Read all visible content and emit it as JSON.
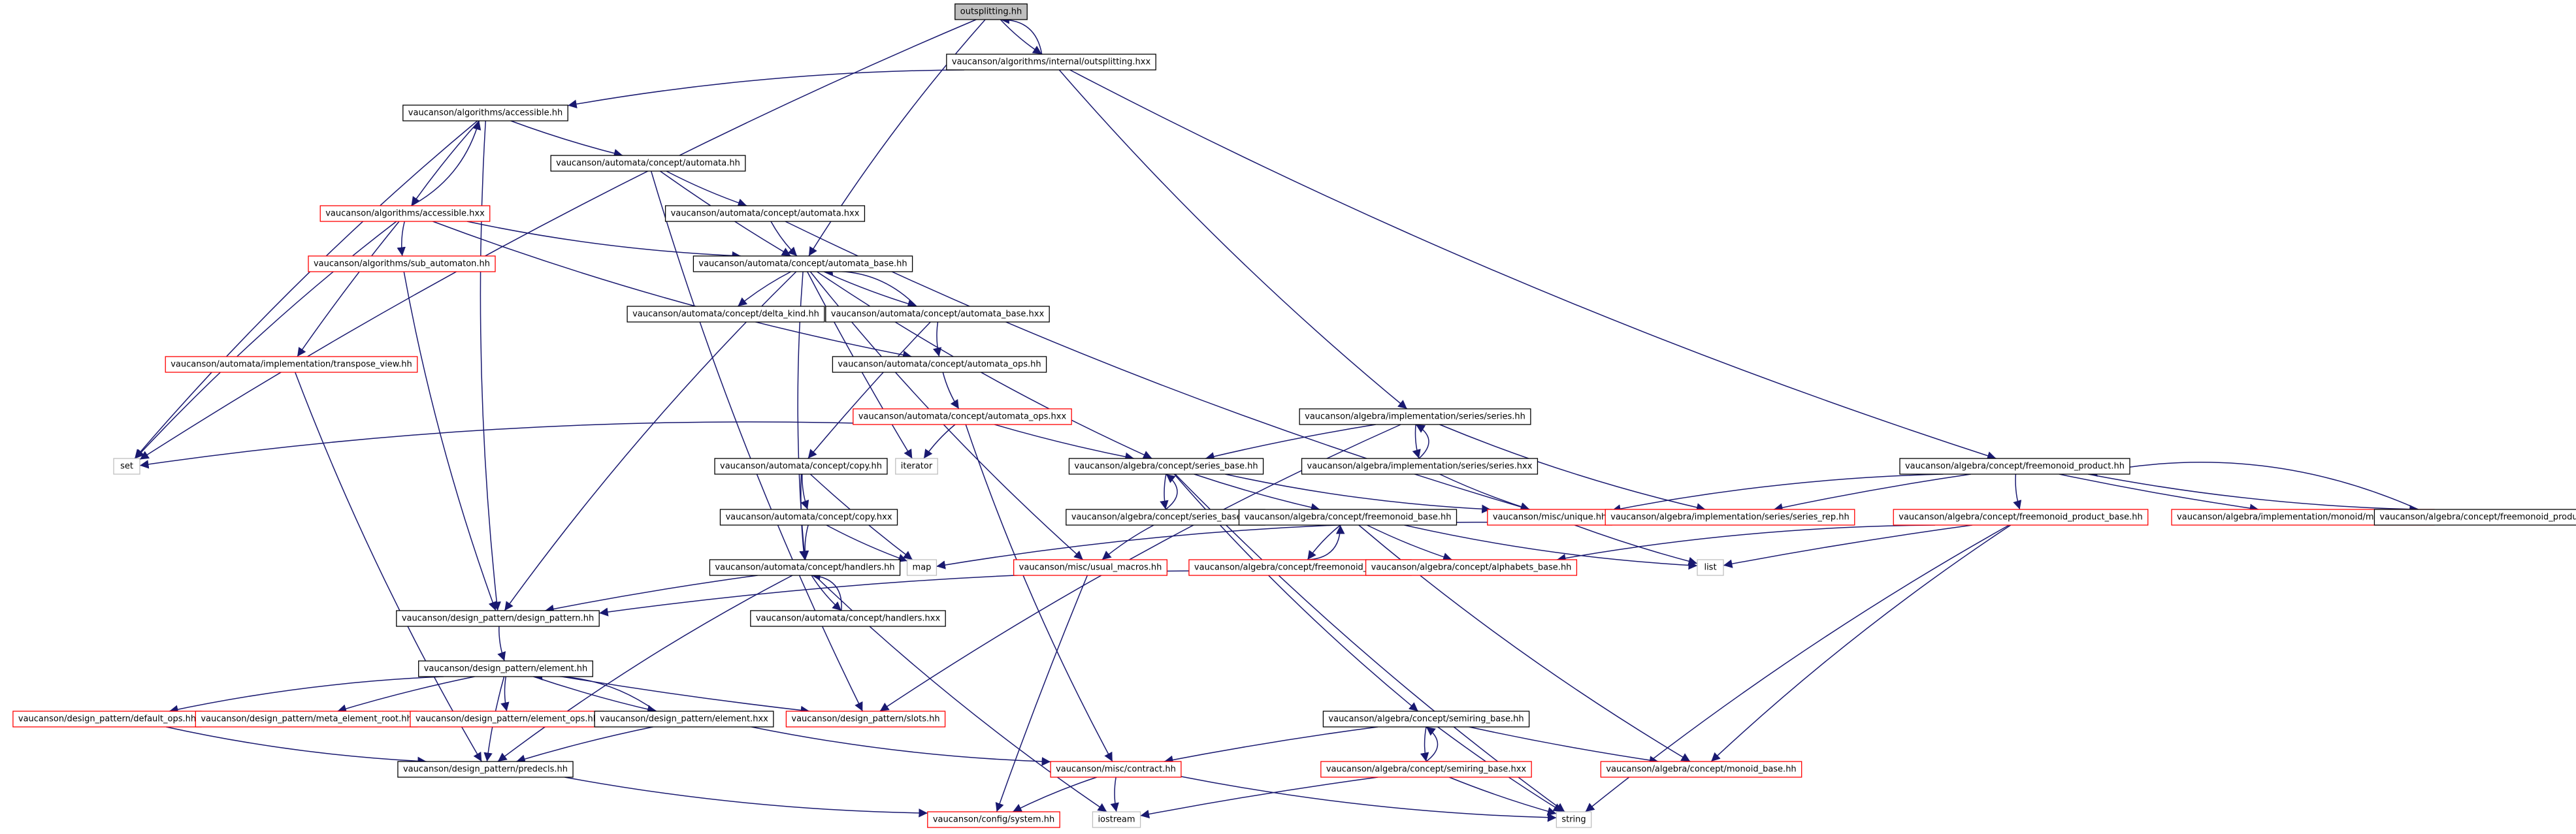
{
  "colors": {
    "edge": "#191970",
    "root_fill": "#bfbfbf",
    "box_fill": "#ffffff",
    "documented_border": "#000000",
    "undocumented_border": "#ff0000",
    "external_border": "#bfbfbf"
  },
  "nodes": [
    {
      "id": "n_outsplitting_hh",
      "label": "outsplitting.hh",
      "kind": "root"
    },
    {
      "id": "n_outsplitting_hxx",
      "label": "vaucanson/algorithms/internal/outsplitting.hxx",
      "kind": "doc"
    },
    {
      "id": "n_accessible_hh",
      "label": "vaucanson/algorithms/accessible.hh",
      "kind": "doc"
    },
    {
      "id": "n_automata_hh",
      "label": "vaucanson/automata/concept/automata.hh",
      "kind": "doc"
    },
    {
      "id": "n_accessible_hxx",
      "label": "vaucanson/algorithms/accessible.hxx",
      "kind": "red"
    },
    {
      "id": "n_automata_hxx",
      "label": "vaucanson/automata/concept/automata.hxx",
      "kind": "doc"
    },
    {
      "id": "n_sub_automaton",
      "label": "vaucanson/algorithms/sub_automaton.hh",
      "kind": "red"
    },
    {
      "id": "n_automata_base_hh",
      "label": "vaucanson/automata/concept/automata_base.hh",
      "kind": "doc"
    },
    {
      "id": "n_delta_kind",
      "label": "vaucanson/automata/concept/delta_kind.hh",
      "kind": "doc"
    },
    {
      "id": "n_automata_base_hxx",
      "label": "vaucanson/automata/concept/automata_base.hxx",
      "kind": "doc"
    },
    {
      "id": "n_transpose_view",
      "label": "vaucanson/automata/implementation/transpose_view.hh",
      "kind": "red"
    },
    {
      "id": "n_automata_ops_hh",
      "label": "vaucanson/automata/concept/automata_ops.hh",
      "kind": "doc"
    },
    {
      "id": "n_automata_ops_hxx",
      "label": "vaucanson/automata/concept/automata_ops.hxx",
      "kind": "red"
    },
    {
      "id": "n_set",
      "label": "set",
      "kind": "ext"
    },
    {
      "id": "n_iterator",
      "label": "iterator",
      "kind": "ext"
    },
    {
      "id": "n_copy_hh",
      "label": "vaucanson/automata/concept/copy.hh",
      "kind": "doc"
    },
    {
      "id": "n_copy_hxx",
      "label": "vaucanson/automata/concept/copy.hxx",
      "kind": "doc"
    },
    {
      "id": "n_handlers_hh",
      "label": "vaucanson/automata/concept/handlers.hh",
      "kind": "doc"
    },
    {
      "id": "n_handlers_hxx",
      "label": "vaucanson/automata/concept/handlers.hxx",
      "kind": "doc"
    },
    {
      "id": "n_map",
      "label": "map",
      "kind": "ext"
    },
    {
      "id": "n_series_hh",
      "label": "vaucanson/algebra/implementation/series/series.hh",
      "kind": "doc"
    },
    {
      "id": "n_series_hxx",
      "label": "vaucanson/algebra/implementation/series/series.hxx",
      "kind": "doc"
    },
    {
      "id": "n_series_base_hh",
      "label": "vaucanson/algebra/concept/series_base.hh",
      "kind": "doc"
    },
    {
      "id": "n_series_base_hxx",
      "label": "vaucanson/algebra/concept/series_base.hxx",
      "kind": "doc"
    },
    {
      "id": "n_usual_macros",
      "label": "vaucanson/misc/usual_macros.hh",
      "kind": "red"
    },
    {
      "id": "n_freemonoid_base_hh",
      "label": "vaucanson/algebra/concept/freemonoid_base.hh",
      "kind": "doc"
    },
    {
      "id": "n_freemonoid_base_hxx",
      "label": "vaucanson/algebra/concept/freemonoid_base.hxx",
      "kind": "red"
    },
    {
      "id": "n_unique",
      "label": "vaucanson/misc/unique.hh",
      "kind": "red"
    },
    {
      "id": "n_series_rep",
      "label": "vaucanson/algebra/implementation/series/series_rep.hh",
      "kind": "red"
    },
    {
      "id": "n_alphabets_base",
      "label": "vaucanson/algebra/concept/alphabets_base.hh",
      "kind": "red"
    },
    {
      "id": "n_fm_product_hh",
      "label": "vaucanson/algebra/concept/freemonoid_product.hh",
      "kind": "doc"
    },
    {
      "id": "n_fm_product_base",
      "label": "vaucanson/algebra/concept/freemonoid_product_base.hh",
      "kind": "red"
    },
    {
      "id": "n_monoid_rep",
      "label": "vaucanson/algebra/implementation/monoid/monoid_rep.hh",
      "kind": "red"
    },
    {
      "id": "n_fm_product_hxx",
      "label": "vaucanson/algebra/concept/freemonoid_product.hxx",
      "kind": "doc"
    },
    {
      "id": "n_list",
      "label": "list",
      "kind": "ext"
    },
    {
      "id": "n_design_pattern",
      "label": "vaucanson/design_pattern/design_pattern.hh",
      "kind": "doc"
    },
    {
      "id": "n_element_hh",
      "label": "vaucanson/design_pattern/element.hh",
      "kind": "doc"
    },
    {
      "id": "n_default_ops",
      "label": "vaucanson/design_pattern/default_ops.hh",
      "kind": "red"
    },
    {
      "id": "n_meta_element",
      "label": "vaucanson/design_pattern/meta_element_root.hh",
      "kind": "red"
    },
    {
      "id": "n_element_ops",
      "label": "vaucanson/design_pattern/element_ops.hh",
      "kind": "red"
    },
    {
      "id": "n_element_hxx",
      "label": "vaucanson/design_pattern/element.hxx",
      "kind": "doc"
    },
    {
      "id": "n_slots",
      "label": "vaucanson/design_pattern/slots.hh",
      "kind": "red"
    },
    {
      "id": "n_predecls",
      "label": "vaucanson/design_pattern/predecls.hh",
      "kind": "doc"
    },
    {
      "id": "n_semiring_base_hh",
      "label": "vaucanson/algebra/concept/semiring_base.hh",
      "kind": "doc"
    },
    {
      "id": "n_semiring_base_hxx",
      "label": "vaucanson/algebra/concept/semiring_base.hxx",
      "kind": "red"
    },
    {
      "id": "n_contract",
      "label": "vaucanson/misc/contract.hh",
      "kind": "red"
    },
    {
      "id": "n_monoid_base",
      "label": "vaucanson/algebra/concept/monoid_base.hh",
      "kind": "red"
    },
    {
      "id": "n_system",
      "label": "vaucanson/config/system.hh",
      "kind": "red"
    },
    {
      "id": "n_iostream",
      "label": "iostream",
      "kind": "ext"
    },
    {
      "id": "n_string",
      "label": "string",
      "kind": "ext"
    }
  ],
  "edges": [
    [
      "n_outsplitting_hh",
      "n_outsplitting_hxx"
    ],
    [
      "n_outsplitting_hxx",
      "n_outsplitting_hh"
    ],
    [
      "n_outsplitting_hh",
      "n_set"
    ],
    [
      "n_outsplitting_hh",
      "n_automata_base_hh"
    ],
    [
      "n_outsplitting_hxx",
      "n_accessible_hh"
    ],
    [
      "n_outsplitting_hxx",
      "n_series_hh"
    ],
    [
      "n_outsplitting_hxx",
      "n_fm_product_hh"
    ],
    [
      "n_accessible_hh",
      "n_automata_hh"
    ],
    [
      "n_accessible_hh",
      "n_set"
    ],
    [
      "n_accessible_hh",
      "n_design_pattern"
    ],
    [
      "n_accessible_hh",
      "n_accessible_hxx"
    ],
    [
      "n_accessible_hxx",
      "n_accessible_hh"
    ],
    [
      "n_automata_hh",
      "n_automata_base_hh"
    ],
    [
      "n_automata_hh",
      "n_automata_hxx"
    ],
    [
      "n_automata_hh",
      "n_slots"
    ],
    [
      "n_automata_hxx",
      "n_automata_base_hh"
    ],
    [
      "n_automata_hxx",
      "n_unique"
    ],
    [
      "n_accessible_hxx",
      "n_sub_automaton"
    ],
    [
      "n_accessible_hxx",
      "n_transpose_view"
    ],
    [
      "n_accessible_hxx",
      "n_set"
    ],
    [
      "n_accessible_hxx",
      "n_automata_base_hh"
    ],
    [
      "n_accessible_hxx",
      "n_automata_ops_hh"
    ],
    [
      "n_sub_automaton",
      "n_design_pattern"
    ],
    [
      "n_transpose_view",
      "n_predecls"
    ],
    [
      "n_automata_base_hh",
      "n_delta_kind"
    ],
    [
      "n_automata_base_hh",
      "n_automata_base_hxx"
    ],
    [
      "n_automata_base_hxx",
      "n_automata_base_hh"
    ],
    [
      "n_automata_base_hh",
      "n_design_pattern"
    ],
    [
      "n_automata_base_hh",
      "n_handlers_hh"
    ],
    [
      "n_automata_base_hh",
      "n_series_base_hh"
    ],
    [
      "n_automata_base_hh",
      "n_iterator"
    ],
    [
      "n_automata_base_hh",
      "n_usual_macros"
    ],
    [
      "n_automata_base_hxx",
      "n_automata_ops_hh"
    ],
    [
      "n_automata_base_hxx",
      "n_copy_hh"
    ],
    [
      "n_automata_ops_hh",
      "n_automata_ops_hxx"
    ],
    [
      "n_automata_ops_hxx",
      "n_set"
    ],
    [
      "n_automata_ops_hxx",
      "n_iterator"
    ],
    [
      "n_automata_ops_hxx",
      "n_series_base_hh"
    ],
    [
      "n_automata_ops_hxx",
      "n_contract"
    ],
    [
      "n_copy_hh",
      "n_copy_hxx"
    ],
    [
      "n_copy_hh",
      "n_handlers_hh"
    ],
    [
      "n_copy_hh",
      "n_map"
    ],
    [
      "n_copy_hxx",
      "n_handlers_hh"
    ],
    [
      "n_copy_hxx",
      "n_map"
    ],
    [
      "n_handlers_hh",
      "n_handlers_hxx"
    ],
    [
      "n_handlers_hxx",
      "n_handlers_hh"
    ],
    [
      "n_handlers_hh",
      "n_design_pattern"
    ],
    [
      "n_handlers_hh",
      "n_predecls"
    ],
    [
      "n_handlers_hh",
      "n_iostream"
    ],
    [
      "n_series_hh",
      "n_series_hxx"
    ],
    [
      "n_series_hxx",
      "n_series_hh"
    ],
    [
      "n_series_hh",
      "n_series_base_hh"
    ],
    [
      "n_series_hh",
      "n_series_rep"
    ],
    [
      "n_series_hh",
      "n_slots"
    ],
    [
      "n_series_hxx",
      "n_unique"
    ],
    [
      "n_series_base_hh",
      "n_series_base_hxx"
    ],
    [
      "n_series_base_hxx",
      "n_series_base_hh"
    ],
    [
      "n_series_base_hh",
      "n_freemonoid_base_hh"
    ],
    [
      "n_series_base_hh",
      "n_semiring_base_hh"
    ],
    [
      "n_series_base_hh",
      "n_unique"
    ],
    [
      "n_series_base_hh",
      "n_string"
    ],
    [
      "n_series_base_hxx",
      "n_usual_macros"
    ],
    [
      "n_usual_macros",
      "n_system"
    ],
    [
      "n_freemonoid_base_hh",
      "n_freemonoid_base_hxx"
    ],
    [
      "n_freemonoid_base_hxx",
      "n_freemonoid_base_hh"
    ],
    [
      "n_freemonoid_base_hh",
      "n_alphabets_base"
    ],
    [
      "n_freemonoid_base_hh",
      "n_monoid_base"
    ],
    [
      "n_freemonoid_base_hh",
      "n_list"
    ],
    [
      "n_unique",
      "n_map"
    ],
    [
      "n_unique",
      "n_list"
    ],
    [
      "n_alphabets_base",
      "n_design_pattern"
    ],
    [
      "n_fm_product_hh",
      "n_unique"
    ],
    [
      "n_fm_product_hh",
      "n_series_rep"
    ],
    [
      "n_fm_product_hh",
      "n_fm_product_base"
    ],
    [
      "n_fm_product_hh",
      "n_monoid_rep"
    ],
    [
      "n_fm_product_hh",
      "n_fm_product_hxx"
    ],
    [
      "n_fm_product_hxx",
      "n_fm_product_hh"
    ],
    [
      "n_fm_product_base",
      "n_alphabets_base"
    ],
    [
      "n_fm_product_base",
      "n_list"
    ],
    [
      "n_fm_product_base",
      "n_monoid_base"
    ],
    [
      "n_fm_product_base",
      "n_string"
    ],
    [
      "n_design_pattern",
      "n_element_hh"
    ],
    [
      "n_element_hh",
      "n_default_ops"
    ],
    [
      "n_element_hh",
      "n_meta_element"
    ],
    [
      "n_element_hh",
      "n_element_ops"
    ],
    [
      "n_element_hh",
      "n_element_hxx"
    ],
    [
      "n_element_hxx",
      "n_element_hh"
    ],
    [
      "n_element_hh",
      "n_slots"
    ],
    [
      "n_element_hh",
      "n_predecls"
    ],
    [
      "n_default_ops",
      "n_predecls"
    ],
    [
      "n_element_hxx",
      "n_predecls"
    ],
    [
      "n_element_hxx",
      "n_contract"
    ],
    [
      "n_predecls",
      "n_system"
    ],
    [
      "n_semiring_base_hh",
      "n_semiring_base_hxx"
    ],
    [
      "n_semiring_base_hxx",
      "n_semiring_base_hh"
    ],
    [
      "n_semiring_base_hh",
      "n_contract"
    ],
    [
      "n_semiring_base_hh",
      "n_monoid_base"
    ],
    [
      "n_semiring_base_hh",
      "n_string"
    ],
    [
      "n_semiring_base_hxx",
      "n_iostream"
    ],
    [
      "n_semiring_base_hxx",
      "n_string"
    ],
    [
      "n_contract",
      "n_system"
    ],
    [
      "n_contract",
      "n_iostream"
    ],
    [
      "n_contract",
      "n_string"
    ]
  ]
}
